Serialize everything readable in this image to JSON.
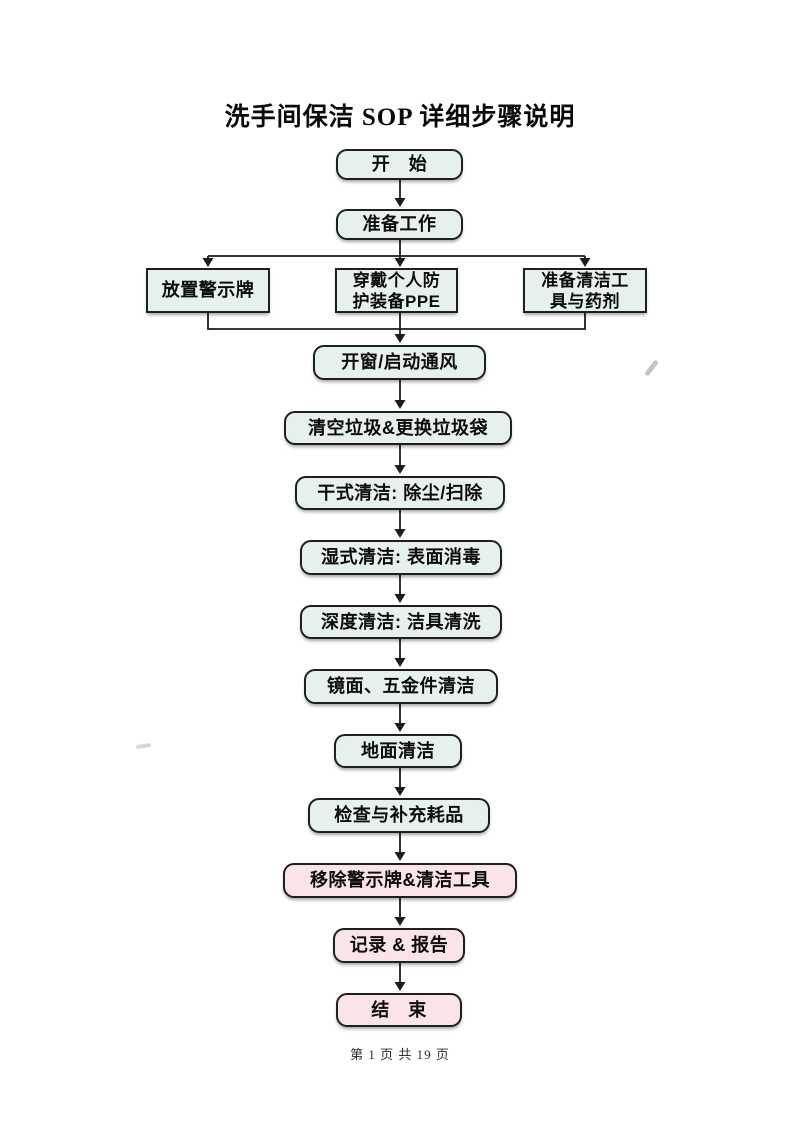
{
  "document": {
    "title": "洗手间保洁 SOP 详细步骤说明",
    "footer": "第 1 页 共 19 页"
  },
  "colors": {
    "node_green_fill": "#e7f1ec",
    "node_pink_fill": "#fbe4e6",
    "node_border": "#1f1f1f",
    "arrow": "#1c1c1c",
    "page_background": "#ffffff"
  },
  "flow": {
    "nodes": [
      {
        "id": "start",
        "label": "开　始",
        "shape": "rounded",
        "fill": "green"
      },
      {
        "id": "prepare",
        "label": "准备工作",
        "shape": "rounded",
        "fill": "green"
      },
      {
        "id": "sign",
        "label": "放置警示牌",
        "shape": "rect",
        "fill": "green"
      },
      {
        "id": "ppe",
        "label": "穿戴个人防\n护装备PPE",
        "shape": "rect",
        "fill": "green"
      },
      {
        "id": "tools",
        "label": "准备清洁工\n具与药剂",
        "shape": "rect",
        "fill": "green"
      },
      {
        "id": "vent",
        "label": "开窗/启动通风",
        "shape": "rounded",
        "fill": "green"
      },
      {
        "id": "trash",
        "label": "清空垃圾&更换垃圾袋",
        "shape": "rounded",
        "fill": "green"
      },
      {
        "id": "dry",
        "label": "干式清洁: 除尘/扫除",
        "shape": "rounded",
        "fill": "green"
      },
      {
        "id": "wet",
        "label": "湿式清洁: 表面消毒",
        "shape": "rounded",
        "fill": "green"
      },
      {
        "id": "deep",
        "label": "深度清洁: 洁具清洗",
        "shape": "rounded",
        "fill": "green"
      },
      {
        "id": "mirror",
        "label": "镜面、五金件清洁",
        "shape": "rounded",
        "fill": "green"
      },
      {
        "id": "floor",
        "label": "地面清洁",
        "shape": "rounded",
        "fill": "green"
      },
      {
        "id": "check",
        "label": "检查与补充耗品",
        "shape": "rounded",
        "fill": "green"
      },
      {
        "id": "remove",
        "label": "移除警示牌&清洁工具",
        "shape": "rounded",
        "fill": "pink"
      },
      {
        "id": "record",
        "label": "记录 & 报告",
        "shape": "rounded",
        "fill": "pink"
      },
      {
        "id": "end",
        "label": "结　束",
        "shape": "rounded",
        "fill": "pink"
      }
    ]
  }
}
